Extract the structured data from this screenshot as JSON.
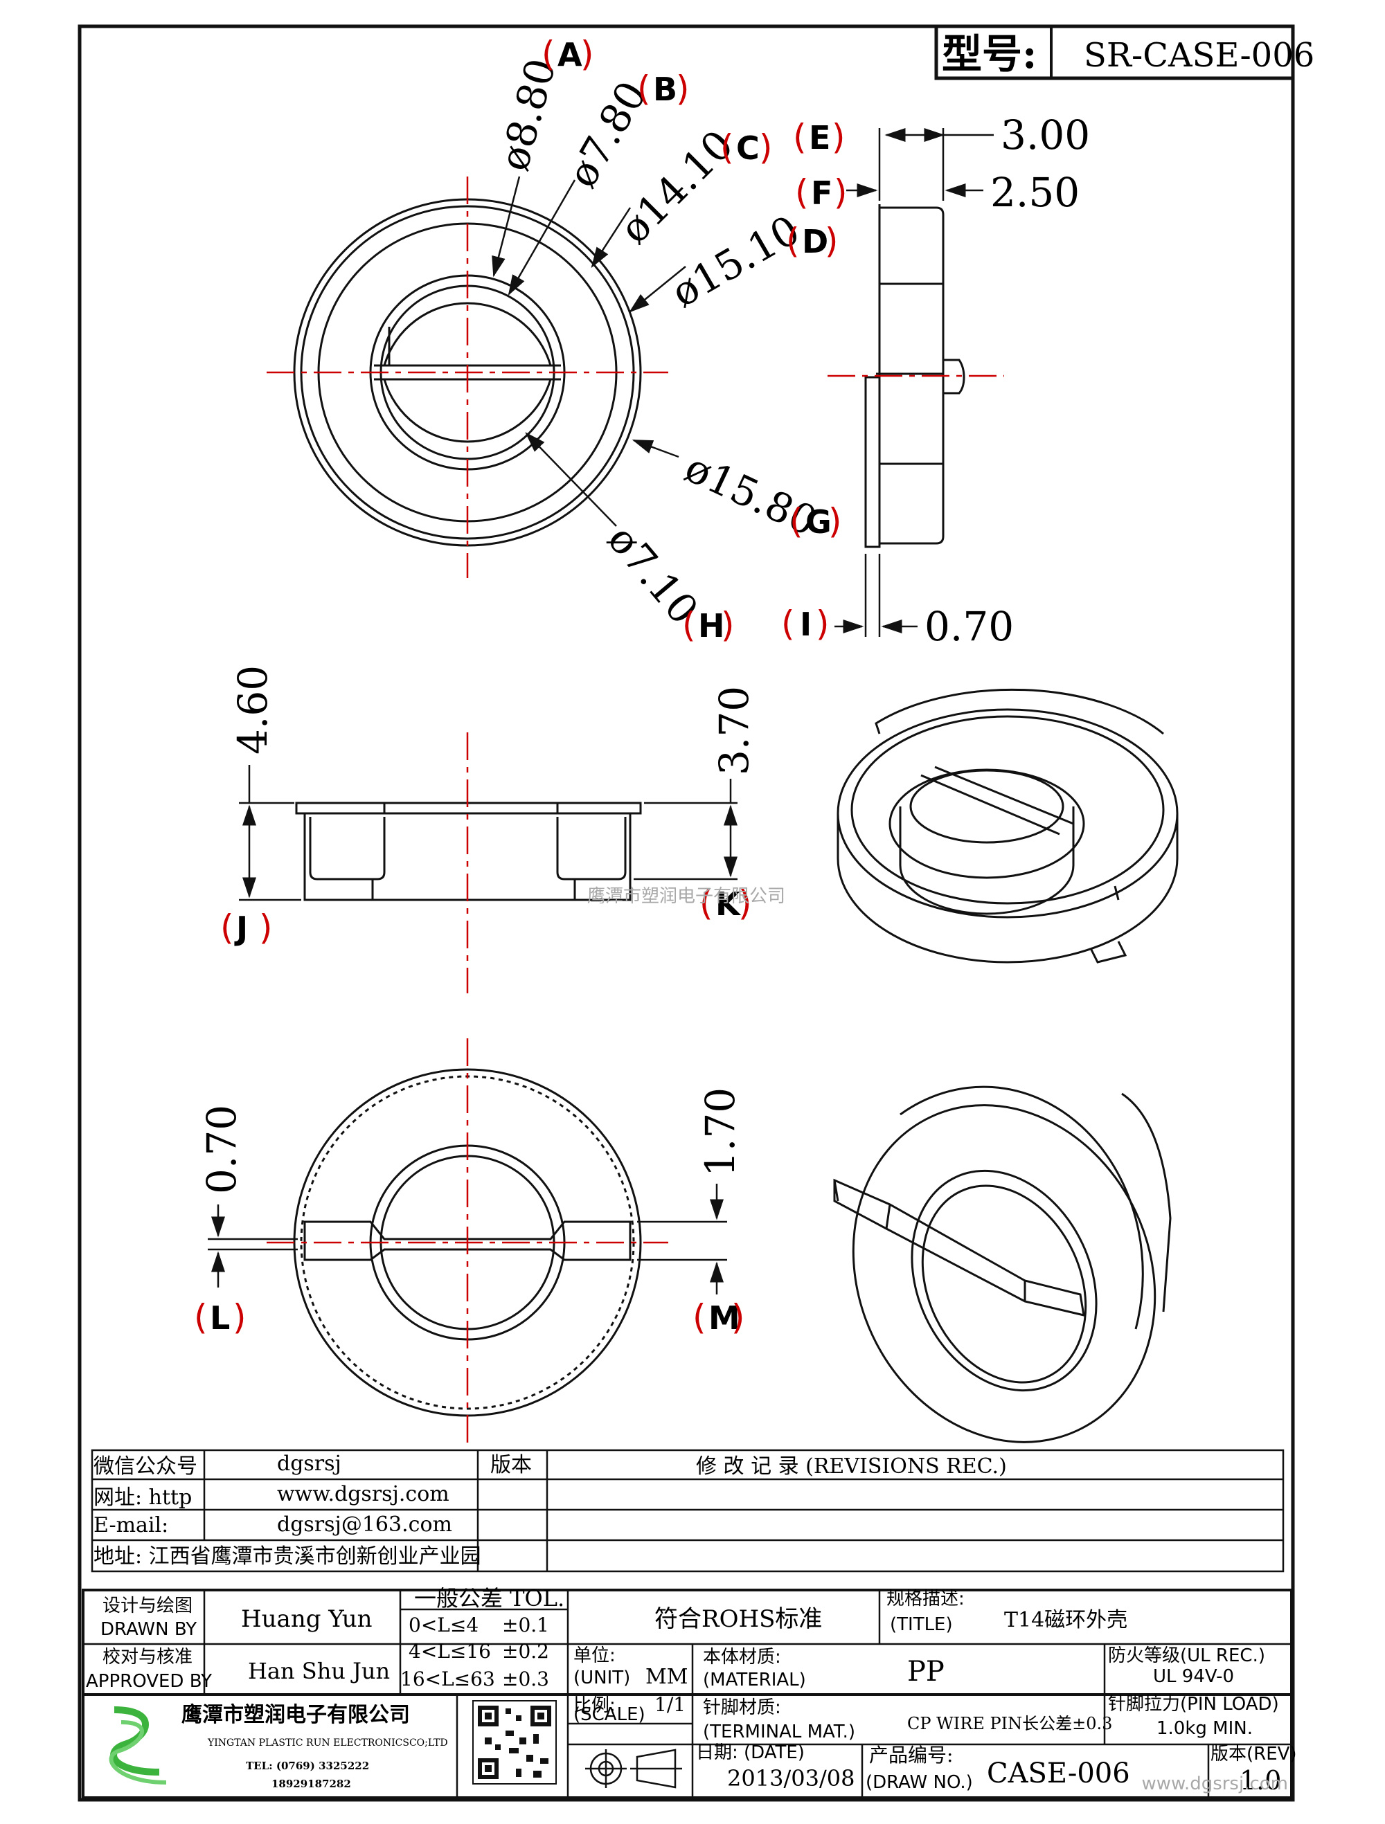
{
  "header": {
    "model_label": "型号:",
    "model_value": "SR-CASE-006"
  },
  "labels": {
    "A": "A",
    "B": "B",
    "C": "C",
    "D": "D",
    "E": "E",
    "F": "F",
    "G": "G",
    "H": "H",
    "I": "I",
    "J": "J",
    "K": "K",
    "L": "L",
    "M": "M"
  },
  "dimensions": {
    "a": "ø8.80",
    "b": "ø7.80",
    "c": "ø14.10",
    "d": "ø15.10",
    "g": "ø15.80",
    "h": "ø7.10",
    "e": "3.00",
    "f": "2.50",
    "i": "0.70",
    "j": "4.60",
    "k": "3.70",
    "l": "0.70",
    "m": "1.70"
  },
  "watermark": {
    "center": "鹰潭市塑润电子有限公司",
    "corner": "www.dgsrsj.com"
  },
  "info": {
    "wechat_label": "微信公众号",
    "wechat": "dgsrsj",
    "web_label": "网址: http",
    "web": "www.dgsrsj.com",
    "email_label": "E-mail:",
    "email": "dgsrsj@163.com",
    "address": "地址: 江西省鹰潭市贵溪市创新创业产业园",
    "version_label": "版本",
    "revisions": "修 改 记 录  (REVISIONS REC.)"
  },
  "title_block": {
    "drawn_cn": "设计与绘图",
    "drawn_en": "DRAWN BY",
    "drawn": "Huang Yun",
    "approved_cn": "校对与核准",
    "approved_en": "APPROVED BY",
    "approved": "Han Shu Jun",
    "tol_head": "一般公差 TOL.",
    "tol": [
      [
        "0<L≤4",
        "±0.1"
      ],
      [
        "4<L≤16",
        "±0.2"
      ],
      [
        "16<L≤63",
        "±0.3"
      ]
    ],
    "rohs": "符合ROHS标准",
    "title_cn": "规格描述:",
    "title_en": "(TITLE)",
    "title": "T14磁环外壳",
    "unit_cn": "单位:",
    "unit_en": "(UNIT)",
    "unit": "MM",
    "material_cn": "本体材质:",
    "material_en": "(MATERIAL)",
    "material": "PP",
    "fire_cn": "防火等级(UL REC.)",
    "fire": "UL 94V-0",
    "company_cn": "鹰潭市塑润电子有限公司",
    "company_en": "YINGTAN PLASTIC RUN ELECTRONICSCO;LTD",
    "tel": "TEL: (0769) 3325222",
    "mobile": "18929187282",
    "scale_cn": "比例:",
    "scale_en": "(SCALE)",
    "scale": "1/1",
    "terminal_cn": "针脚材质:",
    "terminal_en": "(TERMINAL MAT.)",
    "terminal": "CP WIRE   PIN长公差±0.3",
    "pin_cn": "针脚拉力(PIN LOAD)",
    "pin": "1.0kg MIN.",
    "date_cn": "日期: (DATE)",
    "date": "2013/03/08",
    "drawno_cn": "产品编号:",
    "drawno_en": "(DRAW NO.)",
    "drawno": "CASE-006",
    "rev_cn": "版本(REV)",
    "rev": "1.0"
  }
}
